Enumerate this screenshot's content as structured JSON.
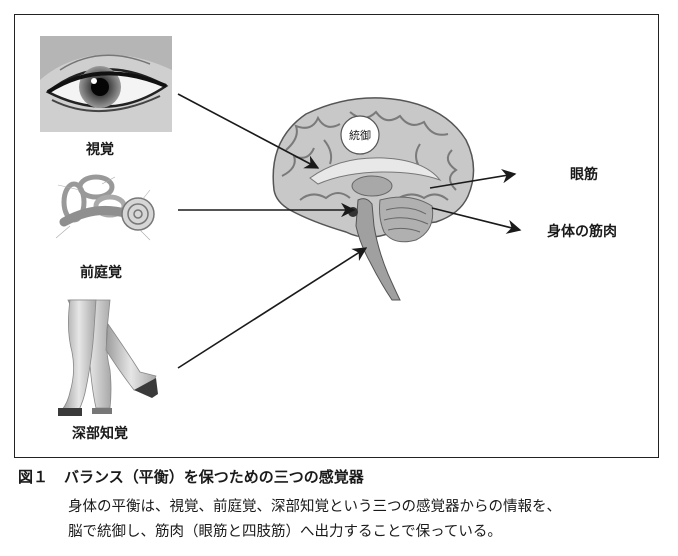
{
  "figure": {
    "inputs": [
      {
        "label": "視覚",
        "icon": "eye-icon"
      },
      {
        "label": "前庭覚",
        "icon": "inner-ear-icon"
      },
      {
        "label": "深部知覚",
        "icon": "legs-icon"
      }
    ],
    "center": {
      "label": "統御",
      "icon": "brain-icon"
    },
    "outputs": [
      {
        "label": "眼筋"
      },
      {
        "label": "身体の筋肉"
      }
    ]
  },
  "caption": {
    "number": "図１",
    "title": "バランス（平衡）を保つための三つの感覚器",
    "line1": "身体の平衡は、視覚、前庭覚、深部知覚という三つの感覚器からの情報を、",
    "line2": "脳で統御し、筋肉（眼筋と四肢筋）へ出力することで保っている。"
  },
  "colors": {
    "line": "#1a1a1a",
    "brain": "#c8c8c8",
    "brain_fold": "#7a7a7a",
    "skin": "#d8d8d8"
  }
}
